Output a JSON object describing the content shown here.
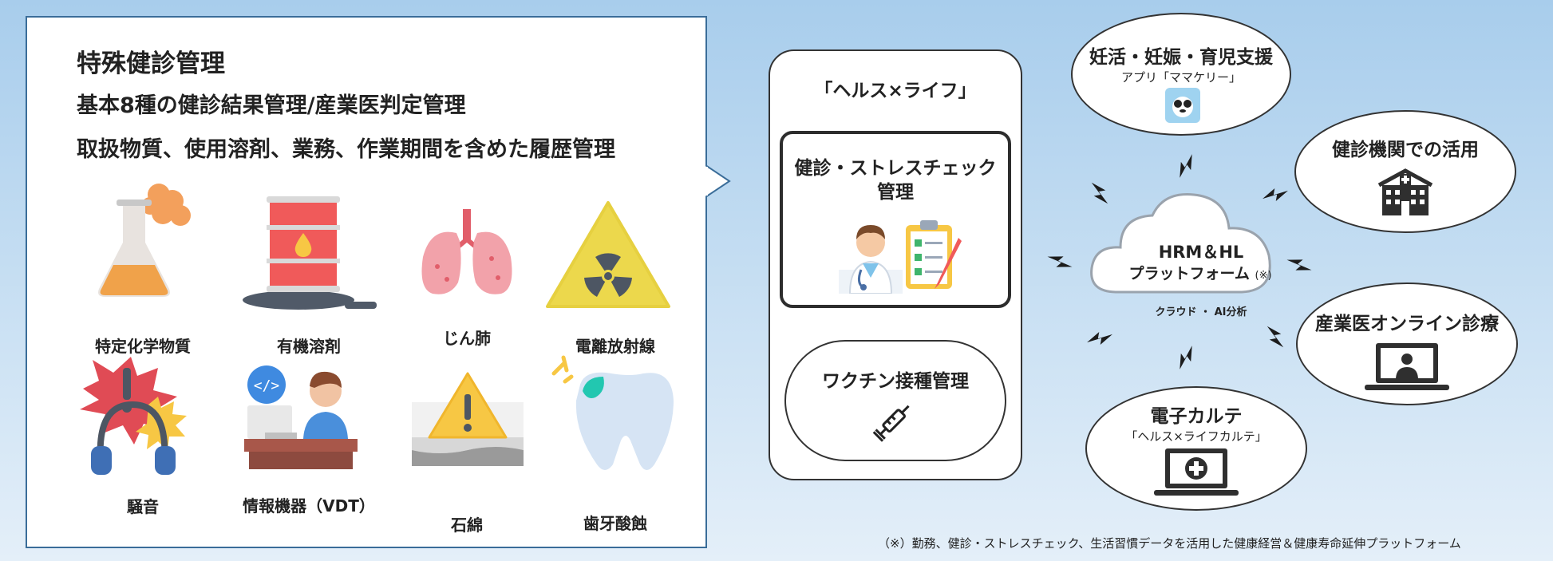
{
  "left": {
    "heading1": "特殊健診管理",
    "heading2": "基本8種の健診結果管理/産業医判定管理",
    "heading3": "取扱物質、使用溶剤、業務、作業期間を含めた履歴管理",
    "hazards": [
      {
        "label": "特定化学物質",
        "icon": "flask-icon"
      },
      {
        "label": "有機溶剤",
        "icon": "oil-drum-icon"
      },
      {
        "label": "じん肺",
        "icon": "lungs-icon"
      },
      {
        "label": "電離放射線",
        "icon": "radiation-icon"
      },
      {
        "label": "騒音",
        "icon": "headphones-noise-icon"
      },
      {
        "label": "情報機器（VDT）",
        "icon": "computer-worker-icon"
      },
      {
        "label": "石綿",
        "icon": "asbestos-warning-icon"
      },
      {
        "label": "歯牙酸蝕",
        "icon": "tooth-icon"
      }
    ]
  },
  "middle": {
    "title": "「ヘルス×ライフ」",
    "checkup_line1": "健診・ストレスチェック",
    "checkup_line2": "管理",
    "vaccine": "ワクチン接種管理"
  },
  "network": {
    "center_line1": "HRM＆HL",
    "center_line2": "プラットフォーム",
    "center_note": "(※)",
    "center_caption": "クラウド ・ AI分析",
    "nodes": {
      "pregnancy_title": "妊活・妊娠・育児支援",
      "pregnancy_sub": "アプリ「ママケリー」",
      "clinic_title": "健診機関での活用",
      "online_title": "産業医オンライン診療",
      "emr_title": "電子カルテ",
      "emr_sub": "「ヘルス×ライフカルテ」"
    }
  },
  "footnote": "（※）勤務、健診・ストレスチェック、生活習慣データを活用した健康経営＆健康寿命延伸プラットフォーム",
  "colors": {
    "background_top": "#a8cdec",
    "panel_border": "#3a6d99",
    "flask_orange": "#f0a24a",
    "drum_red": "#f05a5a",
    "radiation_yellow": "#ecd84c",
    "headphone_blue": "#3f6fb5"
  }
}
